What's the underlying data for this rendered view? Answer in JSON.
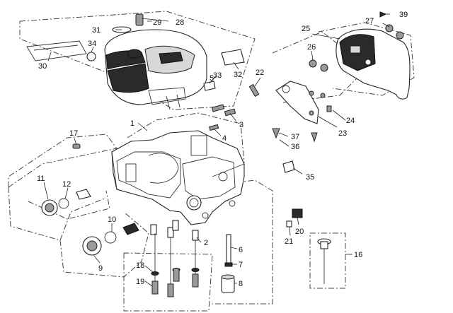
{
  "callouts": {
    "c1": "1",
    "c2": "2",
    "c3": "3",
    "c4": "4",
    "c5": "5",
    "c6": "6",
    "c7": "7",
    "c8": "8",
    "c9": "9",
    "c10": "10",
    "c11": "11",
    "c12": "12",
    "c16": "16",
    "c17": "17",
    "c18": "18",
    "c19": "19",
    "c20": "20",
    "c21": "21",
    "c22": "22",
    "c23": "23",
    "c24": "24",
    "c25": "25",
    "c26": "26",
    "c27": "27",
    "c28": "28",
    "c29": "29",
    "c30": "30",
    "c31": "31",
    "c32": "32",
    "c33": "33",
    "c34": "34",
    "c35": "35",
    "c36": "36",
    "c37": "37",
    "c39": "39"
  }
}
